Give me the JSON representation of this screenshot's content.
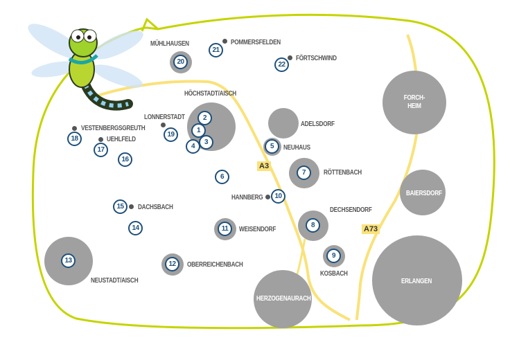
{
  "colors": {
    "outline": "#c5d400",
    "road": "#f9e27a",
    "city": "#a0a0a0",
    "marker": "#1d4f7a",
    "label": "#555555"
  },
  "highways": {
    "a3": "A3",
    "a73": "A73"
  },
  "cities": {
    "hoechstadt": "HÖCHSTADT/AISCH",
    "adelsdorf": "ADELSDORF",
    "forchheim": "FORCH-\nHEIM",
    "baiersdorf": "BAIERSDORF",
    "erlangen": "ERLANGEN",
    "herzogenaurach": "HERZOGENAURACH",
    "neustadt": "NEUSTADT/AISCH",
    "roettenbach": "RÖTTENBACH",
    "dechsendorf": "DECHSENDORF",
    "kosbach": "KOSBACH",
    "muehlhausen": "MÜHLHAUSEN",
    "weisendorf": "WEISENDORF",
    "oberreichenbach": "OBERREICHENBACH",
    "neuhaus": "NEUHAUS"
  },
  "villages": {
    "pommersfelden": "POMMERSFELDEN",
    "foertschwind": "FÖRTSCHWIND",
    "lonnerstadt": "LONNERSTADT",
    "vestenbergsgreuth": "VESTENBERGSGREUTH",
    "uehlfeld": "UEHLFELD",
    "dachsbach": "DACHSBACH",
    "hannberg": "HANNBERG"
  },
  "markers": [
    "1",
    "2",
    "3",
    "4",
    "5",
    "6",
    "7",
    "8",
    "9",
    "10",
    "11",
    "12",
    "13",
    "14",
    "15",
    "16",
    "17",
    "18",
    "19",
    "20",
    "21",
    "22"
  ]
}
